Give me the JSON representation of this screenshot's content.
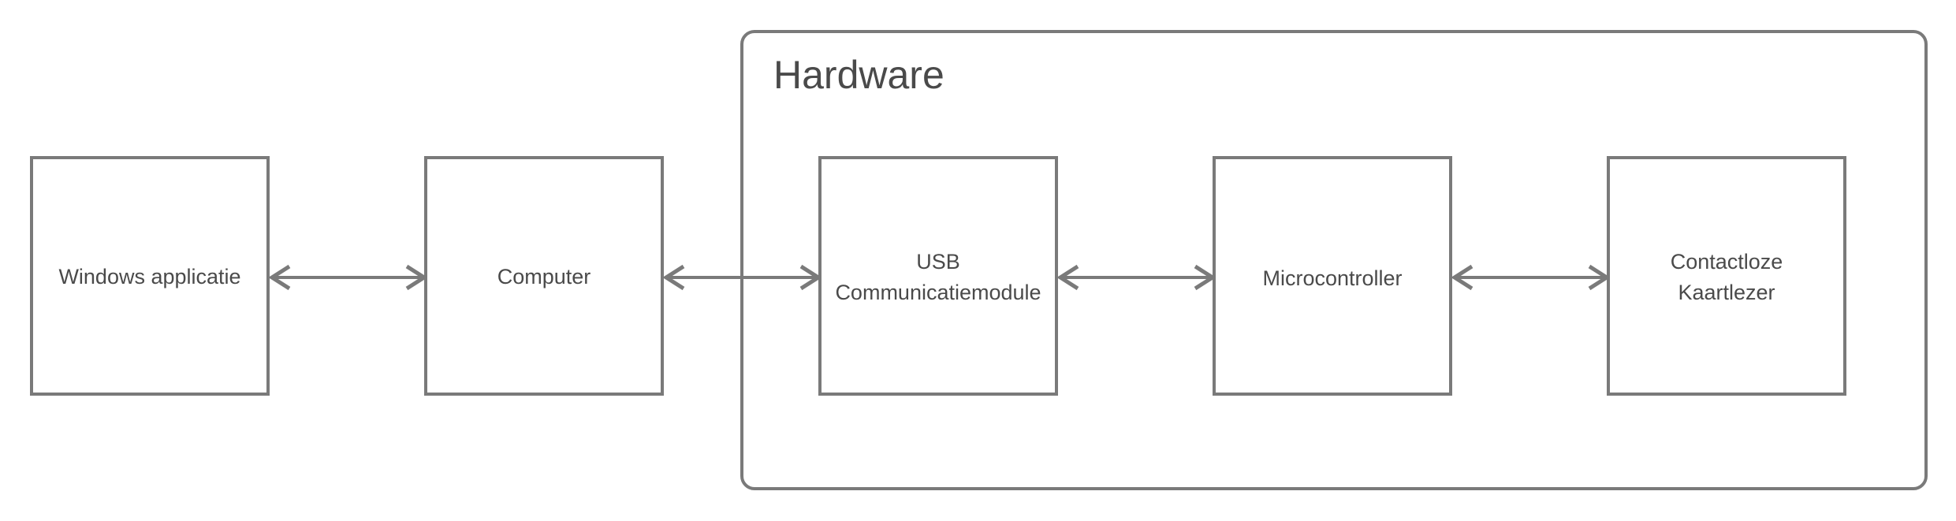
{
  "group": {
    "title": "Hardware"
  },
  "nodes": [
    {
      "id": "windows-app",
      "lines": [
        "Windows applicatie"
      ]
    },
    {
      "id": "computer",
      "lines": [
        "Computer"
      ]
    },
    {
      "id": "usb-module",
      "lines": [
        "USB",
        "Communicatiemodule"
      ]
    },
    {
      "id": "microcontroller",
      "lines": [
        "Microcontroller"
      ]
    },
    {
      "id": "card-reader",
      "lines": [
        "Contactloze",
        "Kaartlezer"
      ]
    }
  ],
  "connections": [
    {
      "from": "windows-app",
      "to": "computer",
      "direction": "both"
    },
    {
      "from": "computer",
      "to": "usb-module",
      "direction": "both"
    },
    {
      "from": "usb-module",
      "to": "microcontroller",
      "direction": "both"
    },
    {
      "from": "microcontroller",
      "to": "card-reader",
      "direction": "both"
    }
  ],
  "colors": {
    "stroke": "#7a7a7a",
    "text": "#4a4a4a",
    "background": "#ffffff"
  }
}
